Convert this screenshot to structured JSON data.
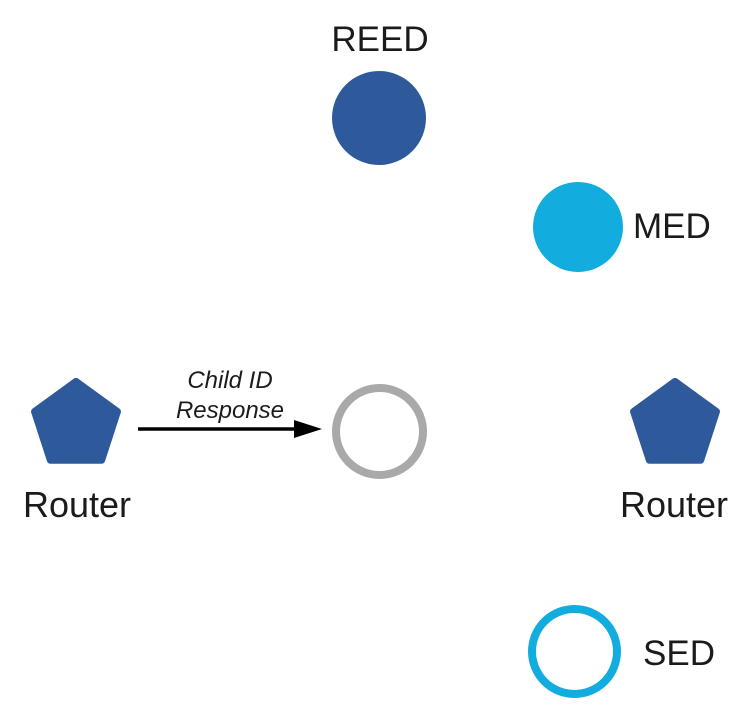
{
  "diagram": {
    "type": "network-topology",
    "colors": {
      "node_blue": "#2E5A9C",
      "node_cyan": "#12ADDE",
      "joiner_gray": "#A9A9A9",
      "text": "#1B1B1B",
      "arrow": "#000000"
    },
    "nodes": {
      "reed": {
        "label": "REED",
        "shape": "filled-circle"
      },
      "med": {
        "label": "MED",
        "shape": "filled-circle"
      },
      "router_left": {
        "label": "Router",
        "shape": "pentagon"
      },
      "router_right": {
        "label": "Router",
        "shape": "pentagon"
      },
      "joiner": {
        "shape": "outlined-circle"
      },
      "sed": {
        "label": "SED",
        "shape": "outlined-circle"
      }
    },
    "edge": {
      "from": "router_left",
      "to": "joiner",
      "label_line1": "Child ID",
      "label_line2": "Response"
    }
  }
}
